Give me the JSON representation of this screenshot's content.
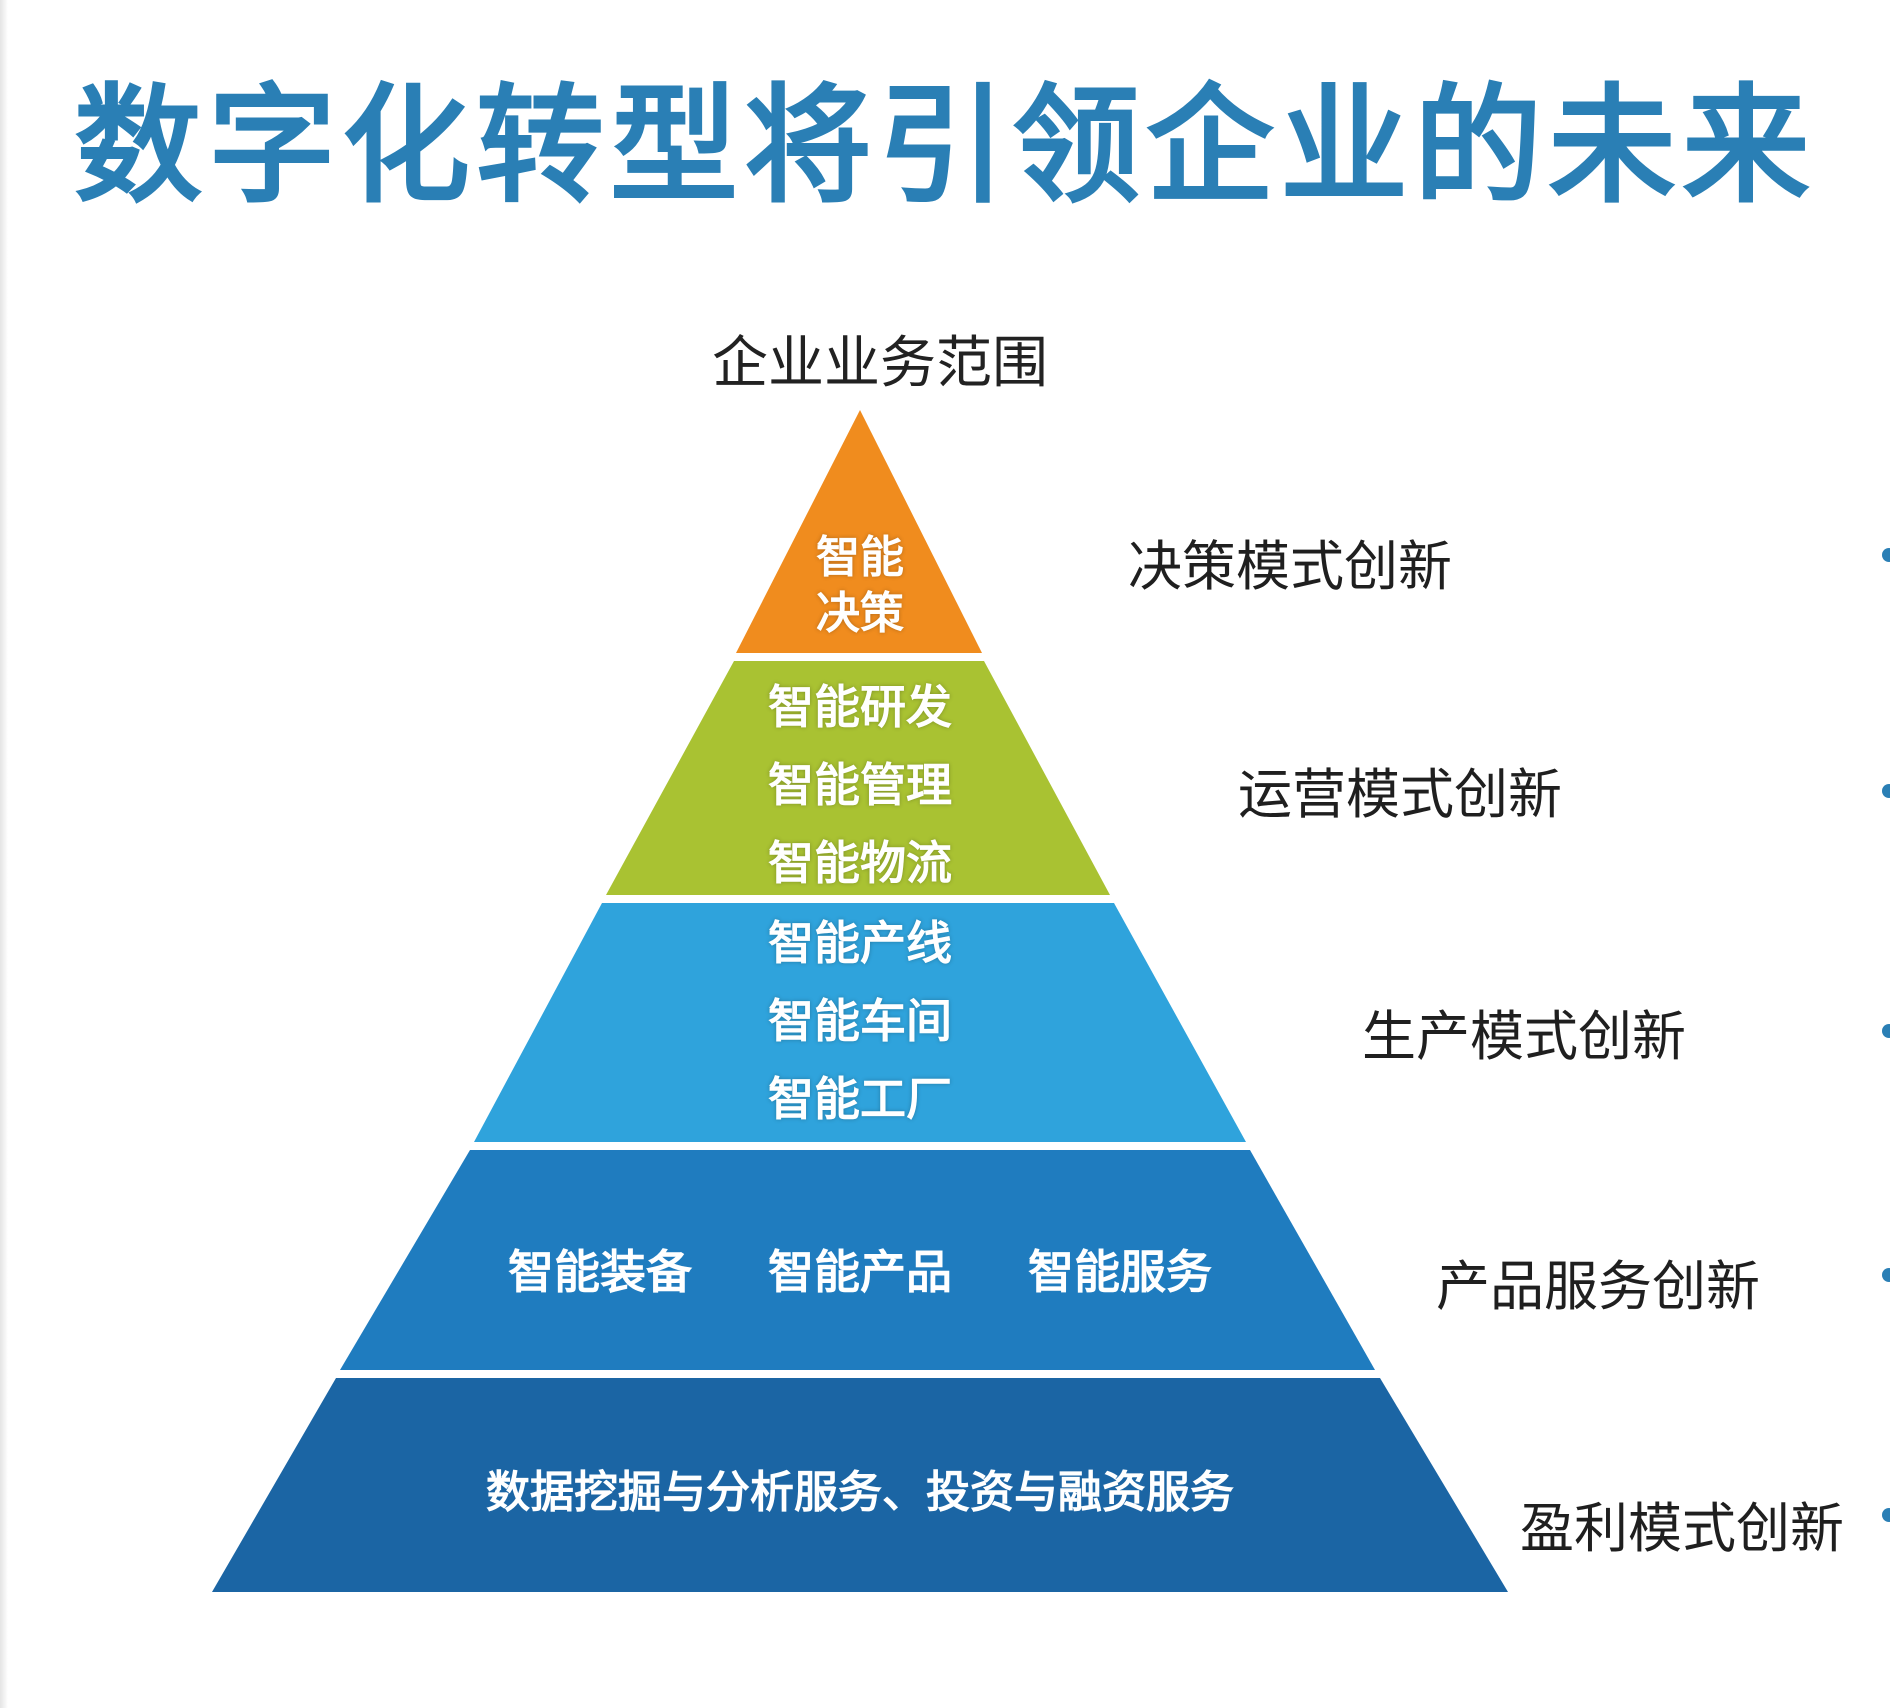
{
  "title": "数字化转型将引领企业的未来",
  "scope_label": "企业业务范围",
  "levels": {
    "decision": {
      "lines": [
        "智能",
        "决策"
      ],
      "innovation": "决策模式创新",
      "color": "#f08c1e"
    },
    "operation": {
      "lines": [
        "智能研发",
        "智能管理",
        "智能物流"
      ],
      "innovation": "运营模式创新",
      "color": "#a9c232"
    },
    "production": {
      "lines": [
        "智能产线",
        "智能车间",
        "智能工厂"
      ],
      "innovation": "生产模式创新",
      "color": "#2fa3dc"
    },
    "product": {
      "items": [
        "智能装备",
        "智能产品",
        "智能服务"
      ],
      "innovation": "产品服务创新",
      "color": "#1f7cbf"
    },
    "profit": {
      "text": "数据挖掘与分析服务、投资与融资服务",
      "innovation": "盈利模式创新",
      "color": "#1b65a4"
    }
  },
  "colors": {
    "title": "#2a7fb5",
    "separator": "#ffffff"
  }
}
